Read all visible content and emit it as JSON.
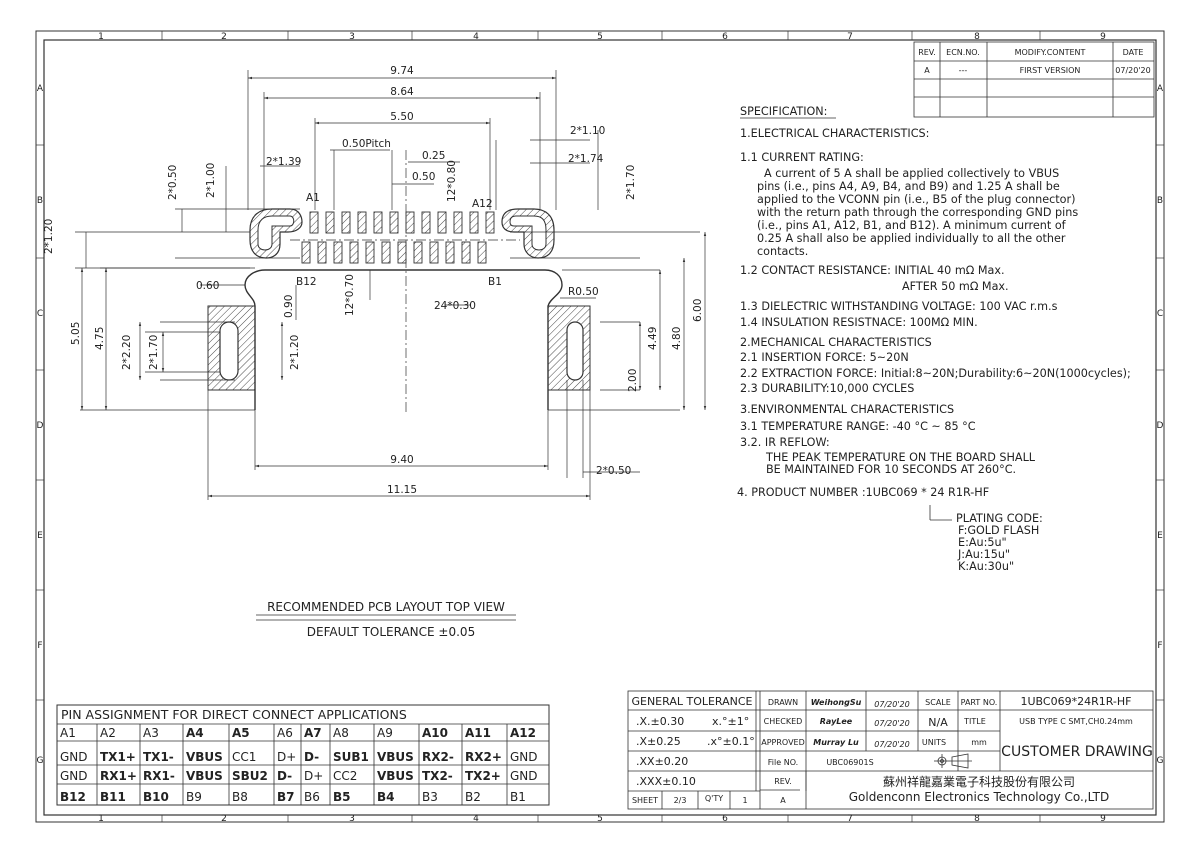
{
  "border": {
    "columns_top": [
      "1",
      "2",
      "3",
      "4",
      "5",
      "6",
      "7",
      "8",
      "9"
    ],
    "columns_bottom": [
      "1",
      "2",
      "3",
      "4",
      "5",
      "6",
      "7",
      "8",
      "9"
    ],
    "rows": [
      "A",
      "B",
      "C",
      "D",
      "E",
      "F",
      "G"
    ]
  },
  "revision_table": {
    "headers": [
      "REV.",
      "ECN.NO.",
      "MODIFY.CONTENT",
      "DATE"
    ],
    "rows": [
      [
        "A",
        "---",
        "FIRST VERSION",
        "07/20'20"
      ]
    ]
  },
  "drawing": {
    "dims": {
      "d974": "9.74",
      "d864": "8.64",
      "d550": "5.50",
      "d050pitch": "0.50Pitch",
      "d025": "0.25",
      "d050": "0.50",
      "d12x080": "12*0.80",
      "d2x110": "2*1.10",
      "d2x174": "2*1.74",
      "d2x139": "2*1.39",
      "d2x100": "2*1.00",
      "d2x050": "2*0.50",
      "d2x170r": "2*1.70",
      "d2x120": "2*1.20",
      "d060": "0.60",
      "d090": "0.90",
      "d12x070": "12*0.70",
      "d24x030": "24*0.30",
      "r050": "R0.50",
      "d505": "5.05",
      "d475": "4.75",
      "d2x220": "2*2.20",
      "d2x170l": "2*1.70",
      "d2x120b": "2*1.20",
      "d449": "4.49",
      "d480": "4.80",
      "d600": "6.00",
      "d200": "2.00",
      "d940": "9.40",
      "d1115": "11.15",
      "d2x050b": "2*0.50"
    },
    "pin_labels": {
      "a1": "A1",
      "a12": "A12",
      "b12": "B12",
      "b1": "B1"
    },
    "title": "RECOMMENDED PCB LAYOUT TOP VIEW",
    "tolerance": "DEFAULT TOLERANCE ±0.05"
  },
  "specification": {
    "heading": "SPECIFICATION:",
    "lines": [
      "1.ELECTRICAL CHARACTERISTICS:",
      "1.1 CURRENT RATING:",
      "A current of 5 A shall be applied collectively to VBUS",
      "pins (i.e., pins A4, A9, B4, and B9) and 1.25 A shall be",
      "applied to the VCONN pin (i.e., B5 of the plug connector)",
      "with the return path through the corresponding GND pins",
      "(i.e., pins A1, A12, B1, and B12).  A minimum current of",
      "0.25 A shall also be applied individually to all the other",
      "contacts.",
      "1.2 CONTACT RESISTANCE: INITIAL 40 mΩ Max.",
      "AFTER 50 mΩ Max.",
      "1.3 DIELECTRIC WITHSTANDING VOLTAGE: 100 VAC r.m.s",
      "1.4 INSULATION RESISTNACE: 100MΩ MIN.",
      "2.MECHANICAL CHARACTERISTICS",
      "2.1 INSERTION FORCE: 5~20N",
      "2.2 EXTRACTION FORCE: Initial:8~20N;Durability:6~20N(1000cycles);",
      "2.3 DURABILITY:10,000 CYCLES",
      "3.ENVIRONMENTAL   CHARACTERISTICS",
      "3.1 TEMPERATURE RANGE: -40 °C ~ 85 °C",
      "3.2. IR REFLOW:",
      "THE PEAK TEMPERATURE ON THE BOARD SHALL",
      "BE MAINTAINED FOR 10 SECONDS AT 260°C.",
      "4. PRODUCT NUMBER :1UBC069 * 24 R1R-HF"
    ],
    "plating": [
      "PLATING CODE:",
      "F:GOLD FLASH",
      "E:Au:5u\"",
      "J:Au:15u\"",
      "K:Au:30u\""
    ]
  },
  "pin_table": {
    "title": "PIN ASSIGNMENT FOR DIRECT CONNECT APPLICATIONS",
    "rows": [
      [
        [
          "A1",
          0
        ],
        [
          "A2",
          0
        ],
        [
          "A3",
          0
        ],
        [
          "A4",
          1
        ],
        [
          "A5",
          1
        ],
        [
          "A6",
          0
        ],
        [
          "A7",
          1
        ],
        [
          "A8",
          0
        ],
        [
          "A9",
          0
        ],
        [
          "A10",
          1
        ],
        [
          "A11",
          1
        ],
        [
          "A12",
          1
        ]
      ],
      [
        [
          "GND",
          0
        ],
        [
          "TX1+",
          1
        ],
        [
          "TX1-",
          1
        ],
        [
          "VBUS",
          1
        ],
        [
          "CC1",
          0
        ],
        [
          "D+",
          0
        ],
        [
          "D-",
          1
        ],
        [
          "SUB1",
          1
        ],
        [
          "VBUS",
          1
        ],
        [
          "RX2-",
          1
        ],
        [
          "RX2+",
          1
        ],
        [
          "GND",
          0
        ]
      ],
      [
        [
          "GND",
          0
        ],
        [
          "RX1+",
          1
        ],
        [
          "RX1-",
          1
        ],
        [
          "VBUS",
          1
        ],
        [
          "SBU2",
          1
        ],
        [
          "D-",
          1
        ],
        [
          "D+",
          0
        ],
        [
          "CC2",
          0
        ],
        [
          "VBUS",
          1
        ],
        [
          "TX2-",
          1
        ],
        [
          "TX2+",
          1
        ],
        [
          "GND",
          0
        ]
      ],
      [
        [
          "B12",
          1
        ],
        [
          "B11",
          1
        ],
        [
          "B10",
          1
        ],
        [
          "B9",
          0
        ],
        [
          "B8",
          0
        ],
        [
          "B7",
          1
        ],
        [
          "B6",
          0
        ],
        [
          "B5",
          1
        ],
        [
          "B4",
          1
        ],
        [
          "B3",
          0
        ],
        [
          "B2",
          0
        ],
        [
          "B1",
          0
        ]
      ]
    ]
  },
  "title_block": {
    "general_tolerance": "GENERAL TOLERANCE",
    "tol_rows": [
      ".X.±0.30",
      ".X±0.25",
      ".XX±0.20",
      ".XXX±0.10"
    ],
    "ang": [
      "x.°±1°",
      ".x°±0.1°"
    ],
    "drawn_label": "DRAWN",
    "drawn_name": "WeihongSu",
    "drawn_date": "07/20'20",
    "checked_label": "CHECKED",
    "checked_name": "RayLee",
    "checked_date": "07/20'20",
    "approved_label": "APPROVED",
    "approved_name": "Murray Lu",
    "approved_date": "07/20'20",
    "scale_label": "SCALE",
    "scale_value": "N/A",
    "units_label": "UNITS",
    "units_value": "mm",
    "file_label": "File NO.",
    "file_value": "UBC06901S",
    "rev_label": "REV.",
    "rev_value": "A",
    "sheet_label": "SHEET",
    "sheet_value": "2/3",
    "qty_label": "Q'TY",
    "qty_value": "1",
    "part_label": "PART NO.",
    "part_value": "1UBC069*24R1R-HF",
    "title_label": "TITLE",
    "title_value": "USB TYPE C SMT,CH0.24mm",
    "customer": "CUSTOMER DRAWING",
    "company_cn": "蘇州祥龍嘉業電子科技股份有限公司",
    "company_en": "Goldenconn Electronics Technology Co.,LTD"
  }
}
